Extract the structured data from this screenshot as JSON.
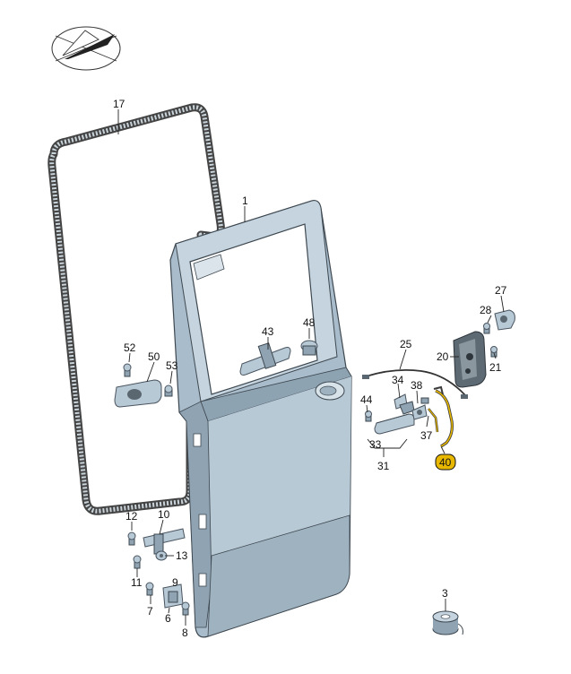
{
  "diagram": {
    "highlight_color": "#e8b800",
    "callouts": [
      {
        "id": "17",
        "text": "17"
      },
      {
        "id": "1",
        "text": "1"
      },
      {
        "id": "43",
        "text": "43"
      },
      {
        "id": "48",
        "text": "48"
      },
      {
        "id": "52",
        "text": "52"
      },
      {
        "id": "50",
        "text": "50"
      },
      {
        "id": "53",
        "text": "53"
      },
      {
        "id": "27",
        "text": "27"
      },
      {
        "id": "28",
        "text": "28"
      },
      {
        "id": "25",
        "text": "25"
      },
      {
        "id": "20",
        "text": "20"
      },
      {
        "id": "21",
        "text": "21"
      },
      {
        "id": "34",
        "text": "34"
      },
      {
        "id": "44",
        "text": "44"
      },
      {
        "id": "38",
        "text": "38"
      },
      {
        "id": "37",
        "text": "37"
      },
      {
        "id": "33",
        "text": "33"
      },
      {
        "id": "31",
        "text": "31"
      },
      {
        "id": "40",
        "text": "40"
      },
      {
        "id": "12",
        "text": "12"
      },
      {
        "id": "10",
        "text": "10"
      },
      {
        "id": "13",
        "text": "13"
      },
      {
        "id": "11",
        "text": "11"
      },
      {
        "id": "7",
        "text": "7"
      },
      {
        "id": "6",
        "text": "6"
      },
      {
        "id": "8",
        "text": "8"
      },
      {
        "id": "9",
        "text": "9"
      },
      {
        "id": "3",
        "text": "3"
      }
    ]
  }
}
